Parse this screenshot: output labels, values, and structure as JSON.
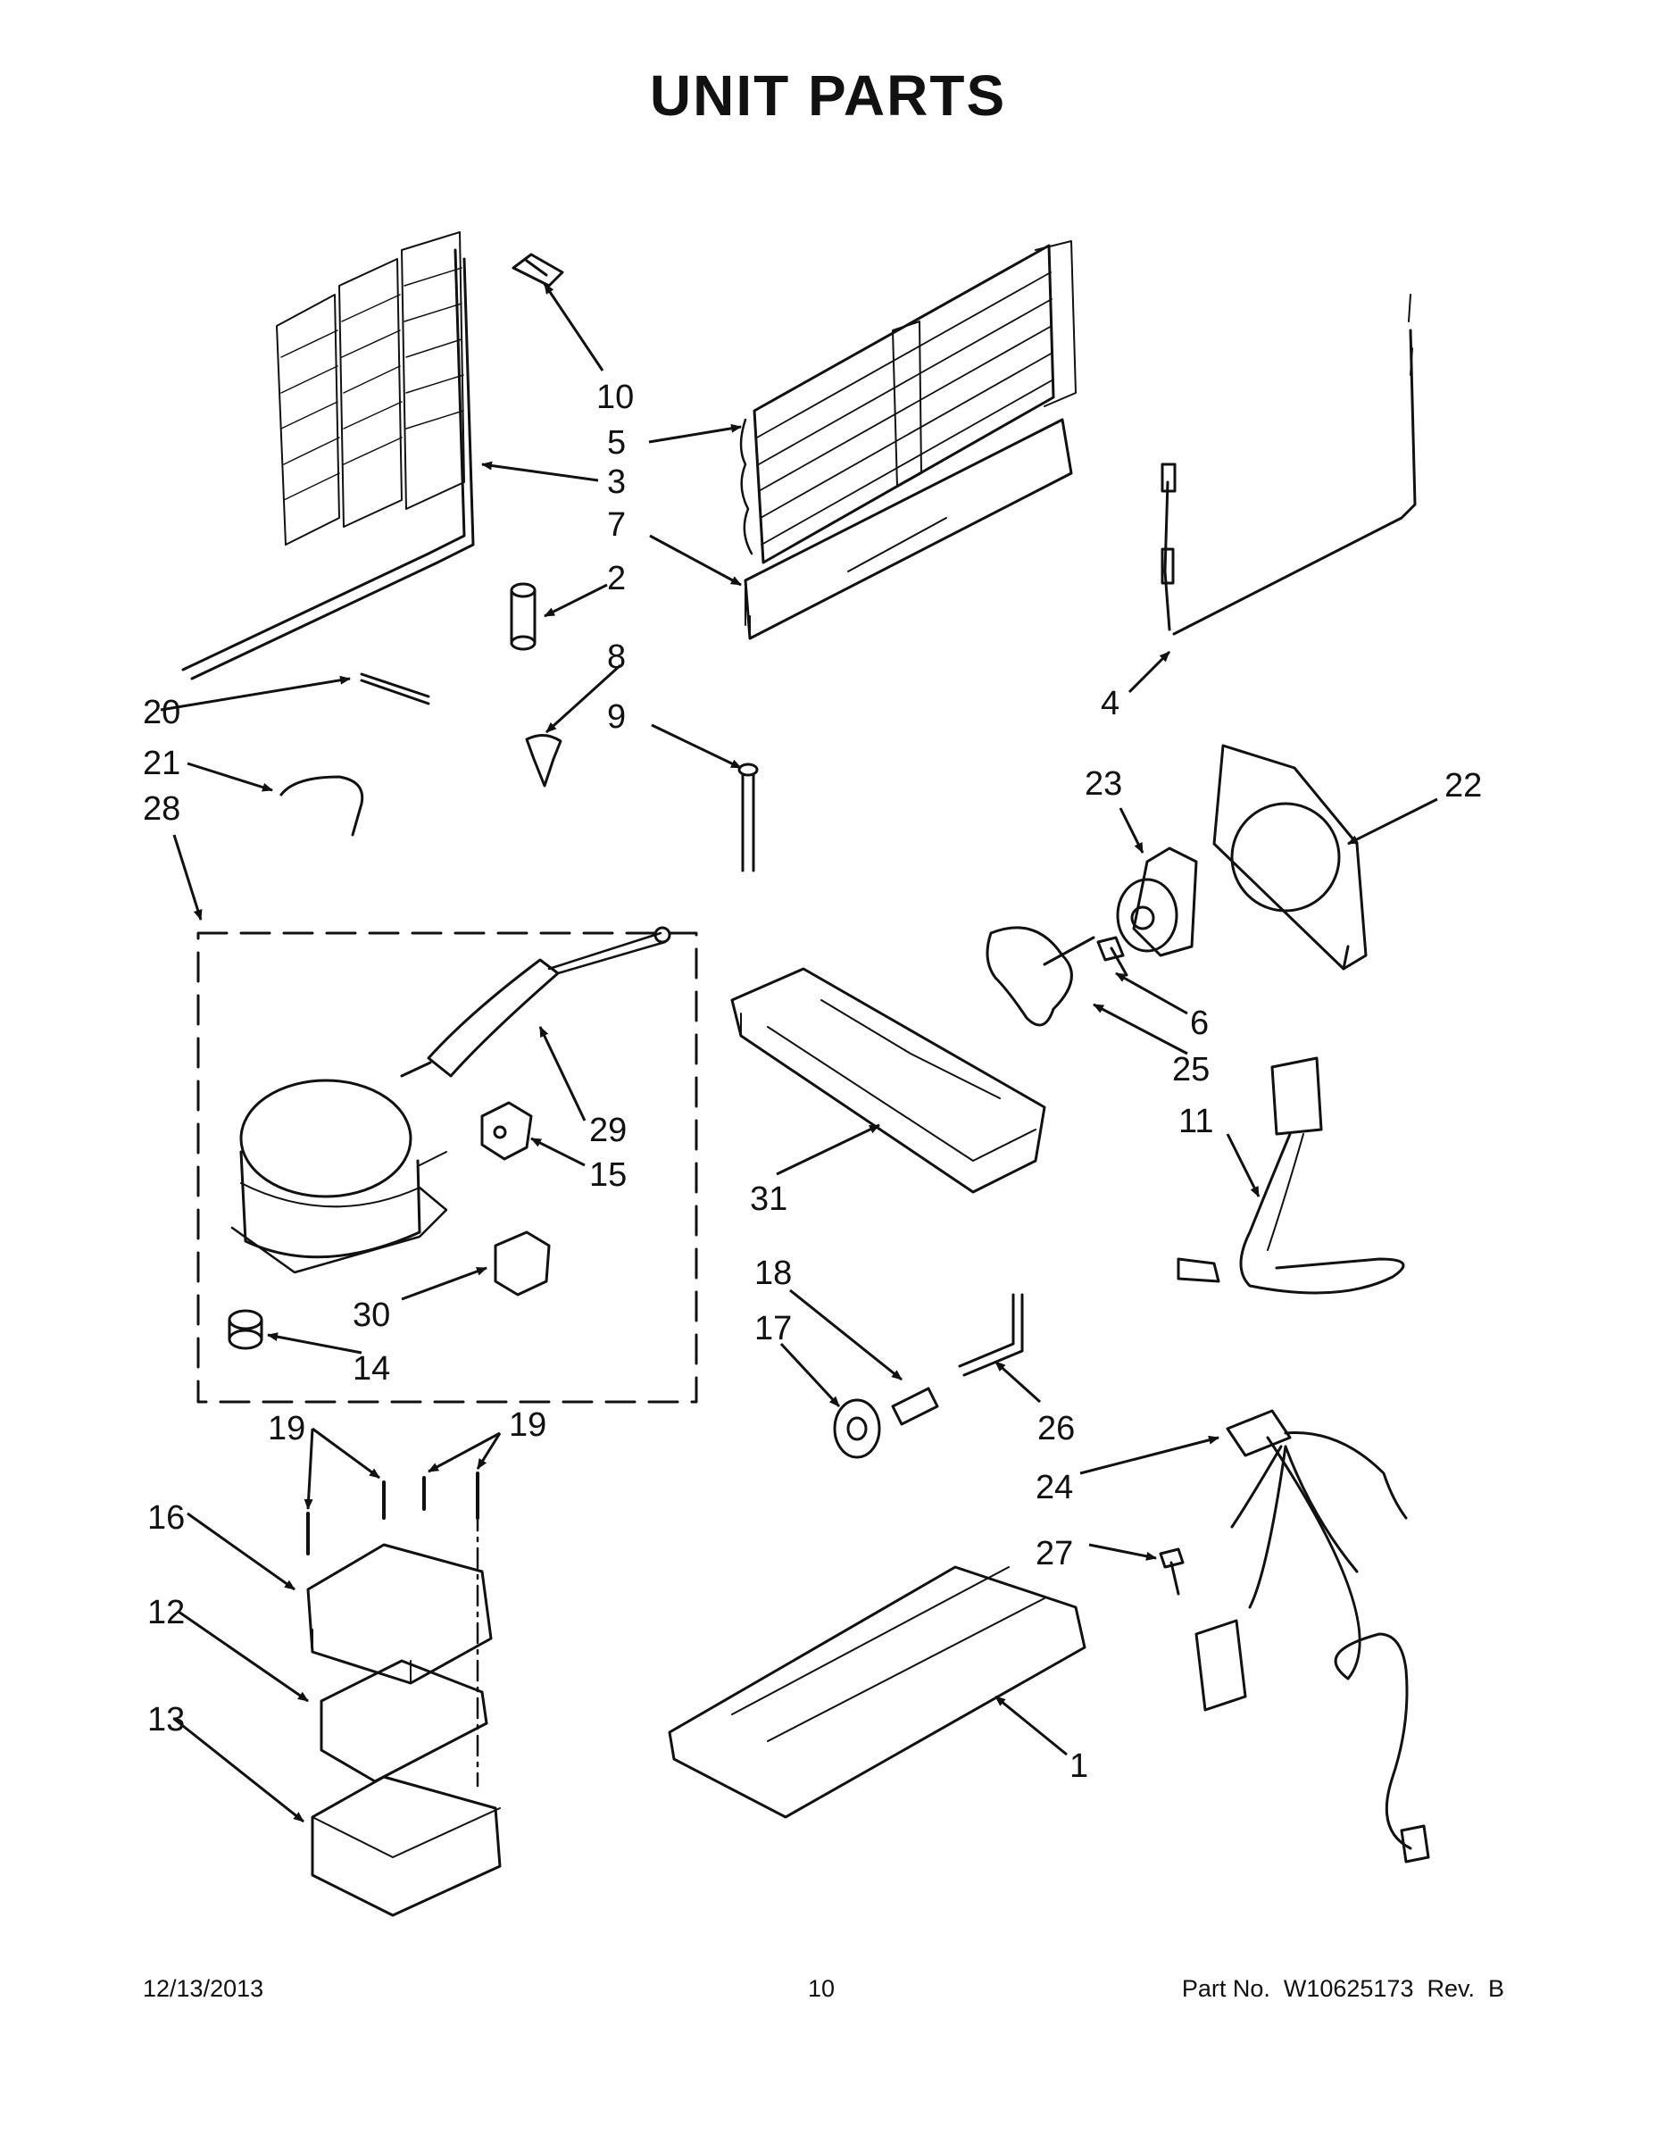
{
  "title": "UNIT  PARTS",
  "footer": {
    "date": "12/13/2013",
    "page": "10",
    "part_no": "Part No.  W10625173  Rev.  B"
  },
  "labels": {
    "l1": "1",
    "l2": "2",
    "l3": "3",
    "l4": "4",
    "l5": "5",
    "l6": "6",
    "l7": "7",
    "l8": "8",
    "l9": "9",
    "l10": "10",
    "l11": "11",
    "l12": "12",
    "l13": "13",
    "l14": "14",
    "l15": "15",
    "l16": "16",
    "l17": "17",
    "l18": "18",
    "l19a": "19",
    "l19b": "19",
    "l20": "20",
    "l21": "21",
    "l22": "22",
    "l23": "23",
    "l24": "24",
    "l25": "25",
    "l26": "26",
    "l27": "27",
    "l28": "28",
    "l29": "29",
    "l30": "30",
    "l31": "31"
  }
}
